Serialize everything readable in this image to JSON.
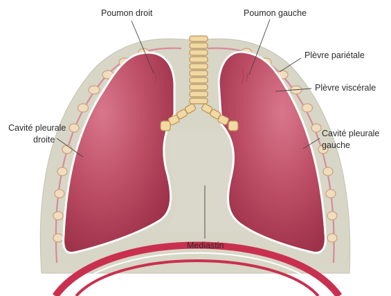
{
  "labels": {
    "poumon_droit": "Poumon droit",
    "poumon_gauche": "Poumon gauche",
    "plevre_parietale": "Plèvre pariétale",
    "plevre_viscerale": "Plèvre viscérale",
    "cavite_droite_line1": "Cavité pleurale",
    "cavite_droite_line2": "droite",
    "cavite_gauche_line1": "Cavité pleurale",
    "cavite_gauche_line2": "gauche",
    "mediastin": "Mediastin"
  },
  "colors": {
    "lung": "#b94a62",
    "lung_highlight": "#d9778c",
    "pleura_line": "#ffffff",
    "mediastinum": "#d9d8cb",
    "cavity": "#cfcebd",
    "chest_wall": "#d8d6c6",
    "rib": "#f0ddc0",
    "rib_stroke": "#c9a27f",
    "trachea": "#f2d9a3",
    "trachea_stroke": "#b9935a",
    "diaphragm": "#c9304f",
    "leader_line": "#444444"
  }
}
